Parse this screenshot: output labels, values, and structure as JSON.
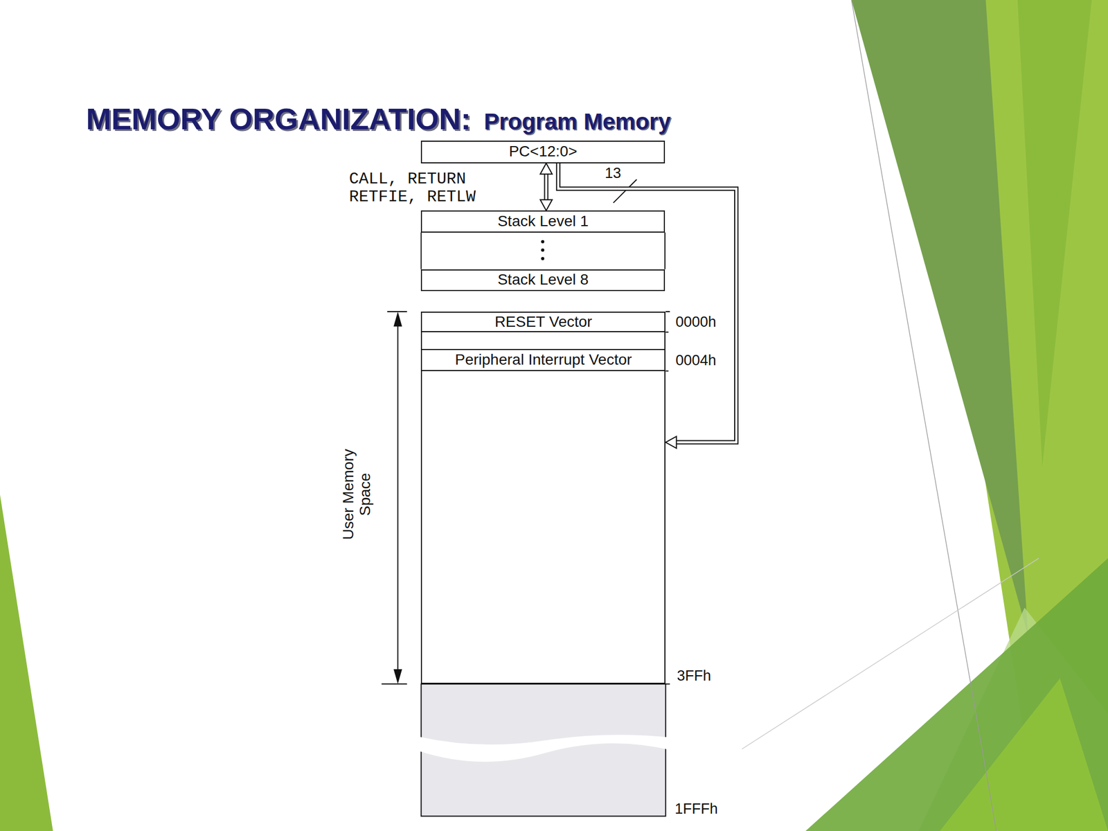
{
  "diagram": {
    "title": "MEMORY ORGANIZATION:",
    "nodes": [
      {
        "text": [
          "PC<12:0>"
        ]
      },
      {
        "text": [
          "Stack Level 1"
        ]
      },
      {
        "text": [
          "Stack Level 8"
        ]
      },
      {
        "text": [
          "User Memory Space"
        ]
      },
      {
        "text": [
          "RESET Vector"
        ],
        "in": 3
      },
      {
        "text": [
          "Peripheral Interrupt Vector"
        ],
        "in": 3
      }
    ],
    "edges": [
      {
        "from": 0,
        "to": 1,
        "label": "CALL, RETURN RETFIE, RETLW",
        "arrow": "both"
      },
      {
        "from": 0,
        "to": 3,
        "label": "13",
        "arrow": "to"
      }
    ],
    "labels": [
      "Program Memory",
      "0000h",
      "0004h",
      "3FFh",
      "1FFFh"
    ]
  }
}
